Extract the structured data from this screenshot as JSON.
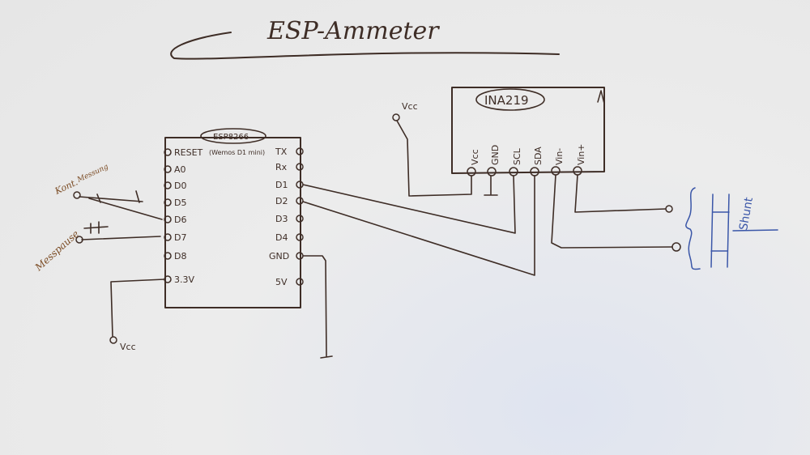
{
  "title": "ESP-Ammeter",
  "esp": {
    "name": "ESP8266",
    "subtitle": "(Wemos D1 mini)",
    "left_pins": [
      "RESET",
      "A0",
      "D0",
      "D5",
      "D6",
      "D7",
      "D8",
      "3.3V"
    ],
    "right_pins": [
      "TX",
      "Rx",
      "D1",
      "D2",
      "D3",
      "D4",
      "GND",
      "5V"
    ]
  },
  "ina": {
    "name": "INA219",
    "pins": [
      "Vcc",
      "GND",
      "SCL",
      "SDA",
      "Vin-",
      "Vin+"
    ]
  },
  "labels": {
    "vcc_top": "Vcc",
    "vcc_bottom": "Vcc",
    "button_top": "Kont.",
    "button_top2": "Messung",
    "button_bottom": "Messpause",
    "shunt": "Shunt"
  }
}
